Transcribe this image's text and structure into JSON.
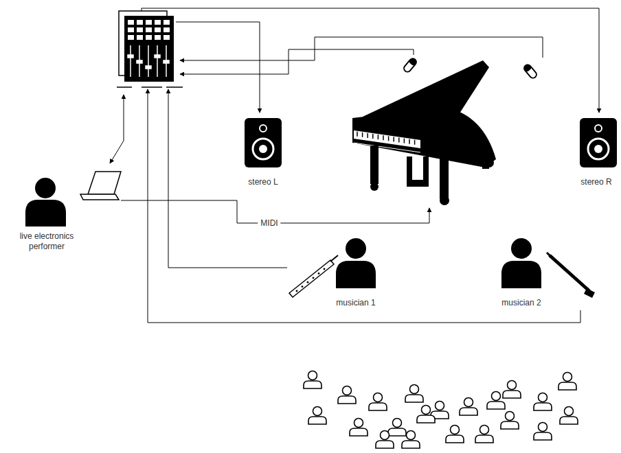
{
  "diagram": {
    "labels": [
      "stereo L",
      "stereo R",
      "MIDI",
      "live electronics performer",
      "musician 1",
      "musician 2"
    ]
  }
}
